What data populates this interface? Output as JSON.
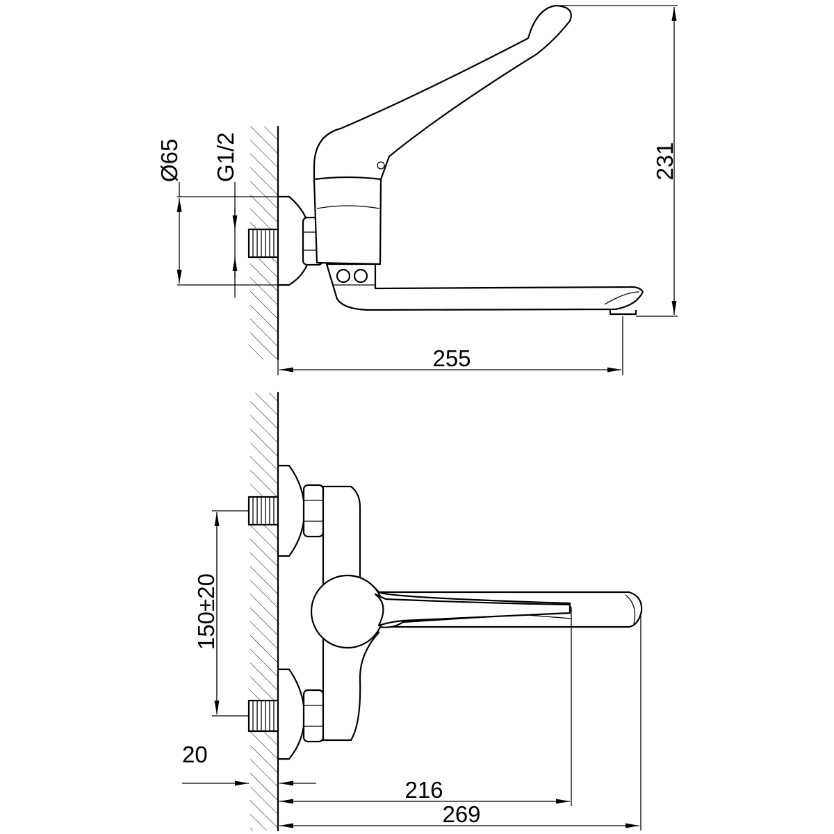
{
  "side_view": {
    "dim_diameter": "Ø65",
    "dim_thread": "G1/2",
    "dim_height": "231",
    "dim_projection": "255"
  },
  "front_view": {
    "dim_centers": "150±20",
    "dim_wall_offset": "20",
    "dim_spout_reach": "216",
    "dim_total_reach": "269"
  }
}
